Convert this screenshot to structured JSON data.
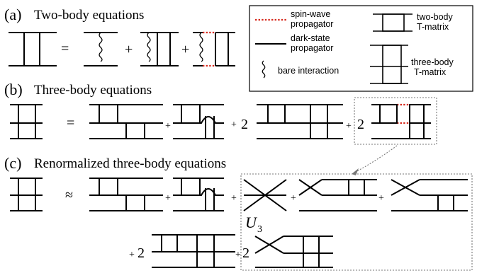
{
  "sections": {
    "a": {
      "tag": "(a)",
      "title": "Two-body equations"
    },
    "b": {
      "tag": "(b)",
      "title": "Three-body equations"
    },
    "c": {
      "tag": "(c)",
      "title": "Renormalized three-body equations"
    }
  },
  "operators": {
    "equals": "=",
    "approx": "≈",
    "plus": "+",
    "two": "2"
  },
  "legend": {
    "spin_wave_1": "spin-wave",
    "spin_wave_2": "propagator",
    "dark_state_1": "dark-state",
    "dark_state_2": "propagator",
    "bare": "bare interaction",
    "two_body_1": "two-body",
    "two_body_2": "T-matrix",
    "three_body_1": "three-body",
    "three_body_2": "T-matrix"
  },
  "vertex_label": {
    "base": "U",
    "sub": "3"
  },
  "colors": {
    "spin_wave": "#d62a1e",
    "dotted_box": "#777777",
    "line": "#000000"
  }
}
